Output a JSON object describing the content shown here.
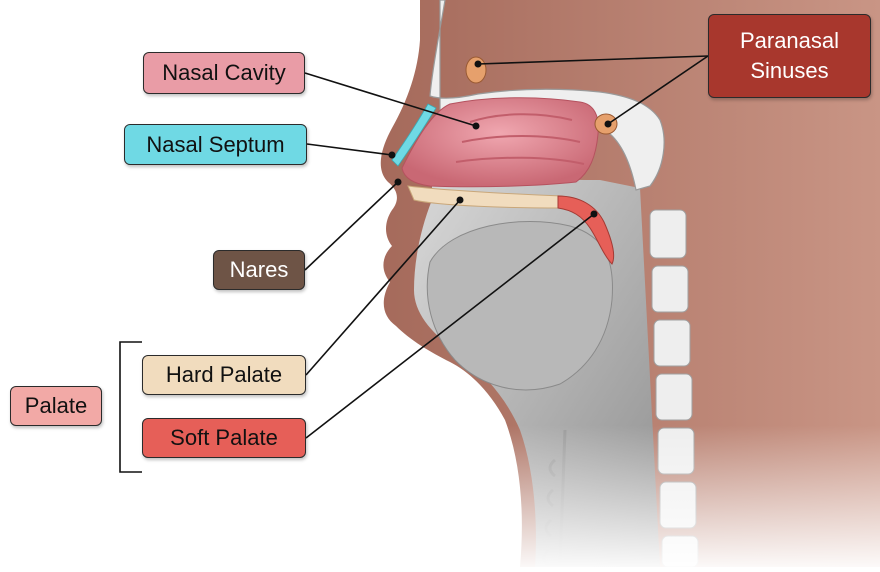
{
  "labels": {
    "nasal_cavity": "Nasal Cavity",
    "nasal_septum": "Nasal Septum",
    "nares": "Nares",
    "hard_palate": "Hard Palate",
    "soft_palate": "Soft Palate",
    "palate": "Palate",
    "paranasal_line1": "Paranasal",
    "paranasal_line2": "Sinuses"
  },
  "colors": {
    "nasal_cavity": "#e99ca6",
    "nasal_septum": "#6fd9e4",
    "nares": "#6e5446",
    "hard_palate": "#f1dcbe",
    "soft_palate": "#e65f58",
    "palate": "#f2a9a6",
    "paranasal_sinuses": "#a8372d",
    "cavity_fill": "#de8792",
    "bone": "#ececec",
    "tissue_gray": "#a9a9a9",
    "skin": "#b7796a"
  }
}
